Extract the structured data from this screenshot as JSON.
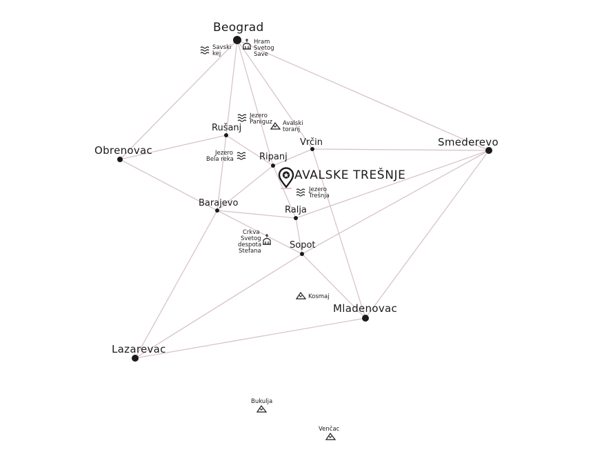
{
  "brand": {
    "label": "AVALSKE TREŠNJE"
  },
  "cities": {
    "beograd": "Beograd",
    "obrenovac": "Obrenovac",
    "smederevo": "Smederevo",
    "mladenovac": "Mladenovac",
    "lazarevac": "Lazarevac",
    "rusanj": "Rušanj",
    "ripanj": "Ripanj",
    "vrcin": "Vrčin",
    "barajevo": "Barajevo",
    "ralja": "Ralja",
    "sopot": "Sopot"
  },
  "poi": {
    "savski_kej": [
      "Savski",
      "kej"
    ],
    "hram": [
      "Hram",
      "Svetog",
      "Save"
    ],
    "jezero_paniguz": [
      "Jezero",
      "Paniguz"
    ],
    "avalski_toranj": [
      "Avalski",
      "toranj"
    ],
    "jezero_bela_reka": [
      "Jezero",
      "Bela reka"
    ],
    "jezero_tresnja": [
      "Jezero",
      "Trešnja"
    ],
    "crkva": [
      "Crkva",
      "Svetog",
      "despota",
      "Stefana"
    ],
    "kosmaj": "Kosmaj",
    "bukulja": "Bukulja",
    "vencac": "Venčac"
  },
  "colors": {
    "road": "#d7c4c8",
    "marker": "#1a1a1a",
    "text": "#1a1a1a",
    "background": "#ffffff"
  },
  "icons": {
    "lake": "lake-icon",
    "church": "church-icon",
    "mountain": "mountain-icon",
    "pin": "map-pin-icon"
  }
}
